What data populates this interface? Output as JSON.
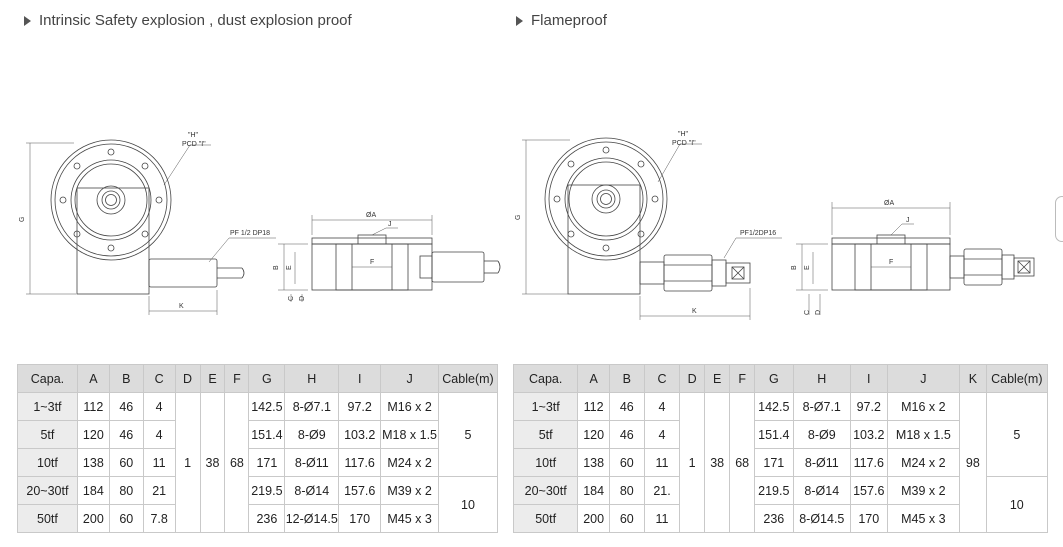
{
  "sections": {
    "left_title": "Intrinsic Safety explosion , dust explosion proof",
    "right_title": "Flameproof"
  },
  "drawing_left": {
    "label_h": "\"H\"",
    "label_pcd": "PCD \"I\"",
    "label_pf": "PF 1/2 DP18",
    "label_g": "G",
    "label_k": "K",
    "label_oa": "ØA",
    "label_j": "J",
    "label_f": "F",
    "label_b": "B",
    "label_e": "E",
    "label_c": "C",
    "label_d": "D"
  },
  "drawing_right": {
    "label_h": "\"H\"",
    "label_pcd": "PCD \"I\"",
    "label_pf": "PF1/2DP16",
    "label_g": "G",
    "label_k": "K",
    "label_oa": "ØA",
    "label_j": "J",
    "label_f": "F",
    "label_b": "B",
    "label_e": "E",
    "label_c": "C",
    "label_d": "D"
  },
  "table_left": {
    "headers": [
      "Capa.",
      "A",
      "B",
      "C",
      "D",
      "E",
      "F",
      "G",
      "H",
      "I",
      "J",
      "Cable(m)"
    ],
    "rows": [
      [
        "1~3tf",
        "112",
        "46",
        "4",
        "142.5",
        "8-Ø7.1",
        "97.2",
        "M16 x 2"
      ],
      [
        "5tf",
        "120",
        "46",
        "4",
        "151.4",
        "8-Ø9",
        "103.2",
        "M18 x 1.5"
      ],
      [
        "10tf",
        "138",
        "60",
        "11",
        "171",
        "8-Ø11",
        "117.6",
        "M24 x 2"
      ],
      [
        "20~30tf",
        "184",
        "80",
        "21",
        "219.5",
        "8-Ø14",
        "157.6",
        "M39 x 2"
      ],
      [
        "50tf",
        "200",
        "60",
        "7.8",
        "236",
        "12-Ø14.5",
        "170",
        "M45 x 3"
      ]
    ],
    "d": "1",
    "e": "38",
    "f": "68",
    "cable_a": "5",
    "cable_b": "10"
  },
  "table_right": {
    "headers": [
      "Capa.",
      "A",
      "B",
      "C",
      "D",
      "E",
      "F",
      "G",
      "H",
      "I",
      "J",
      "K",
      "Cable(m)"
    ],
    "rows": [
      [
        "1~3tf",
        "112",
        "46",
        "4",
        "142.5",
        "8-Ø7.1",
        "97.2",
        "M16 x 2"
      ],
      [
        "5tf",
        "120",
        "46",
        "4",
        "151.4",
        "8-Ø9",
        "103.2",
        "M18 x 1.5"
      ],
      [
        "10tf",
        "138",
        "60",
        "11",
        "171",
        "8-Ø11",
        "117.6",
        "M24 x 2"
      ],
      [
        "20~30tf",
        "184",
        "80",
        "21.",
        "219.5",
        "8-Ø14",
        "157.6",
        "M39 x 2"
      ],
      [
        "50tf",
        "200",
        "60",
        "11",
        "236",
        "8-Ø14.5",
        "170",
        "M45 x 3"
      ]
    ],
    "d": "1",
    "e": "38",
    "f": "68",
    "k": "98",
    "cable_a": "5",
    "cable_b": "10"
  }
}
